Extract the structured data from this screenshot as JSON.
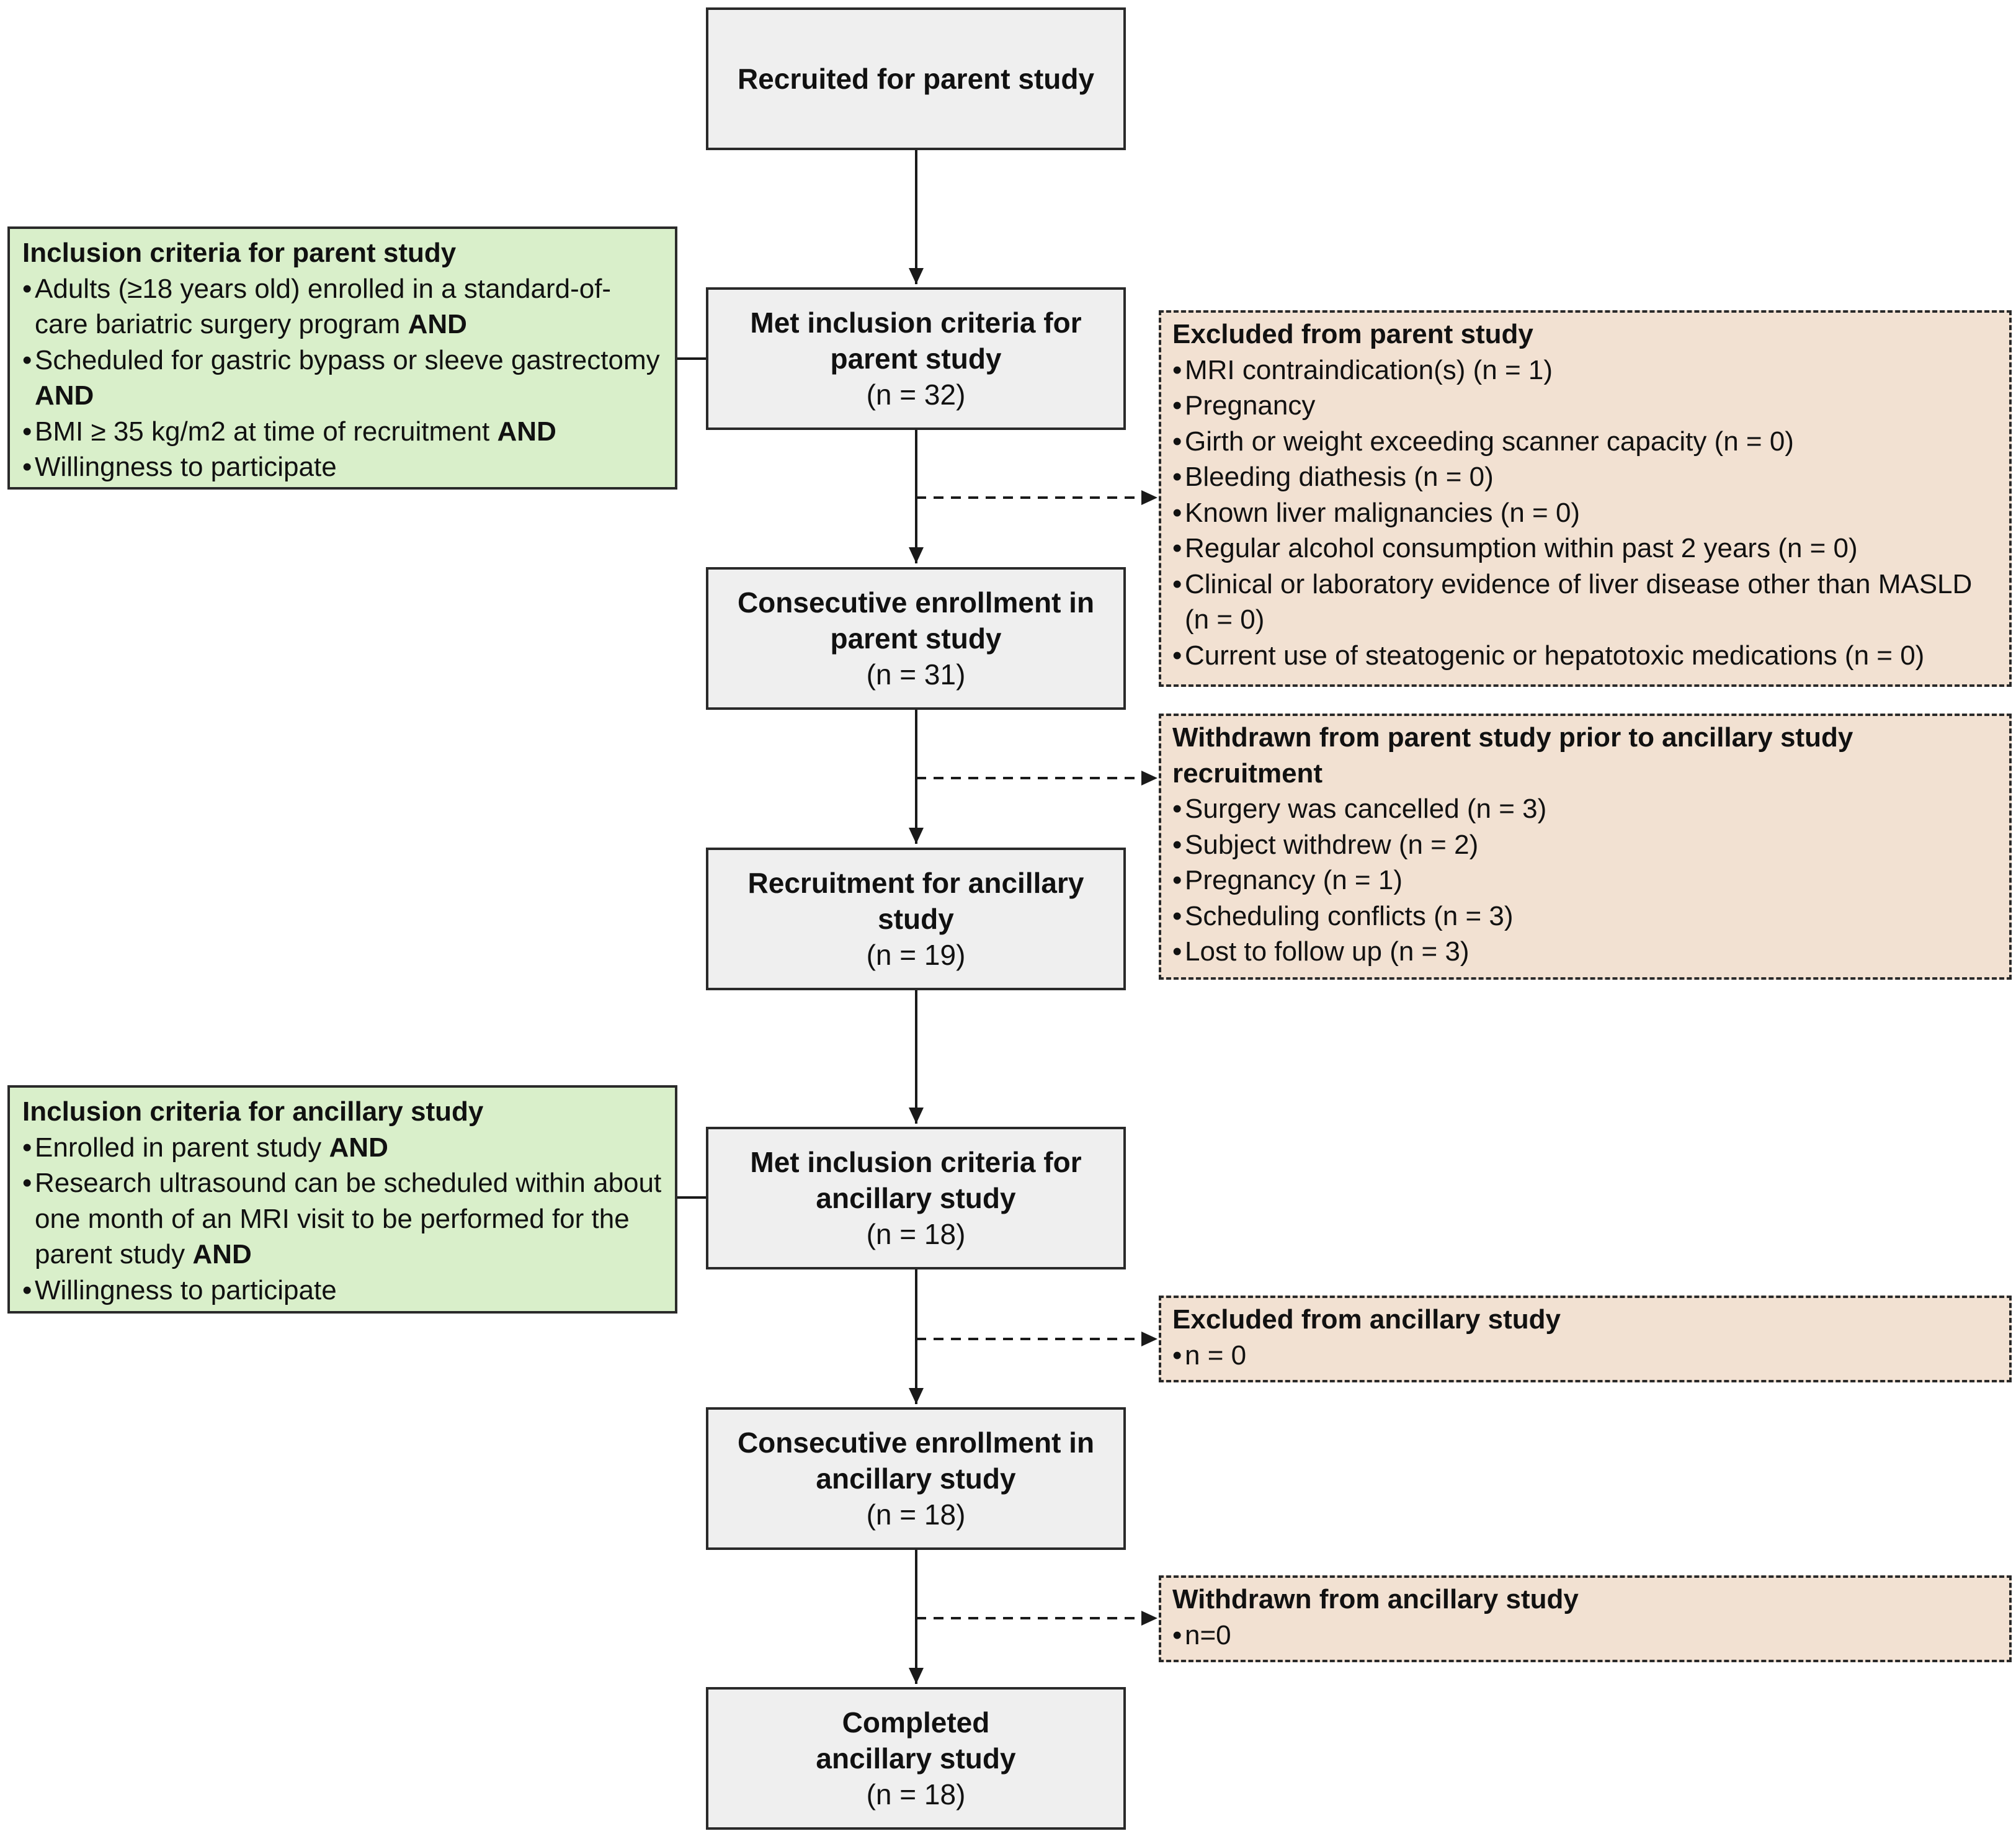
{
  "flow": [
    {
      "title": "Recruited for parent study",
      "count": ""
    },
    {
      "title": "Met inclusion criteria for parent study",
      "count": "(n = 32)"
    },
    {
      "title": "Consecutive enrollment in parent study",
      "count": "(n = 31)"
    },
    {
      "title": "Recruitment for ancillary study",
      "count": "(n = 19)"
    },
    {
      "title": "Met inclusion criteria for ancillary study",
      "count": "(n = 18)"
    },
    {
      "title": "Consecutive enrollment in ancillary study",
      "count": "(n = 18)"
    },
    {
      "title": "Completed ancillary study",
      "count": "(n = 18)"
    }
  ],
  "parent_inclusion": {
    "header": "Inclusion criteria for parent study",
    "items": [
      {
        "text": "Adults (≥18 years old) enrolled in a standard-of-care bariatric surgery program",
        "emph": "AND"
      },
      {
        "text": "Scheduled for gastric bypass or sleeve gastrectomy",
        "emph": "AND"
      },
      {
        "text": "BMI ≥ 35 kg/m2 at time of recruitment",
        "emph": "AND"
      },
      {
        "text": "Willingness to participate",
        "emph": ""
      }
    ]
  },
  "ancillary_inclusion": {
    "header": "Inclusion criteria for ancillary study",
    "items": [
      {
        "text": "Enrolled in parent study",
        "emph": "AND"
      },
      {
        "text": "Research ultrasound can be scheduled within about one month of an MRI visit to be performed for the parent study",
        "emph": "AND"
      },
      {
        "text": "Willingness to participate",
        "emph": ""
      }
    ]
  },
  "excluded_parent": {
    "header": "Excluded from parent study",
    "items": [
      "MRI contraindication(s) (n = 1)",
      "Pregnancy",
      "Girth or weight exceeding scanner capacity (n = 0)",
      "Bleeding diathesis (n = 0)",
      "Known liver malignancies (n = 0)",
      "Regular alcohol consumption within past 2 years (n = 0)",
      "Clinical or laboratory evidence of liver disease other than MASLD (n = 0)",
      "Current use of steatogenic or hepatotoxic medications (n = 0)"
    ]
  },
  "withdrawn_parent": {
    "header": "Withdrawn from parent study prior to ancillary study recruitment",
    "items": [
      "Surgery was cancelled  (n = 3)",
      "Subject withdrew (n = 2)",
      "Pregnancy (n = 1)",
      "Scheduling conflicts (n = 3)",
      "Lost to follow up  (n =  3)"
    ]
  },
  "excluded_ancillary": {
    "header": "Excluded from ancillary study",
    "items": [
      "n = 0"
    ]
  },
  "withdrawn_ancillary": {
    "header": "Withdrawn from ancillary study",
    "items": [
      "n=0"
    ]
  }
}
